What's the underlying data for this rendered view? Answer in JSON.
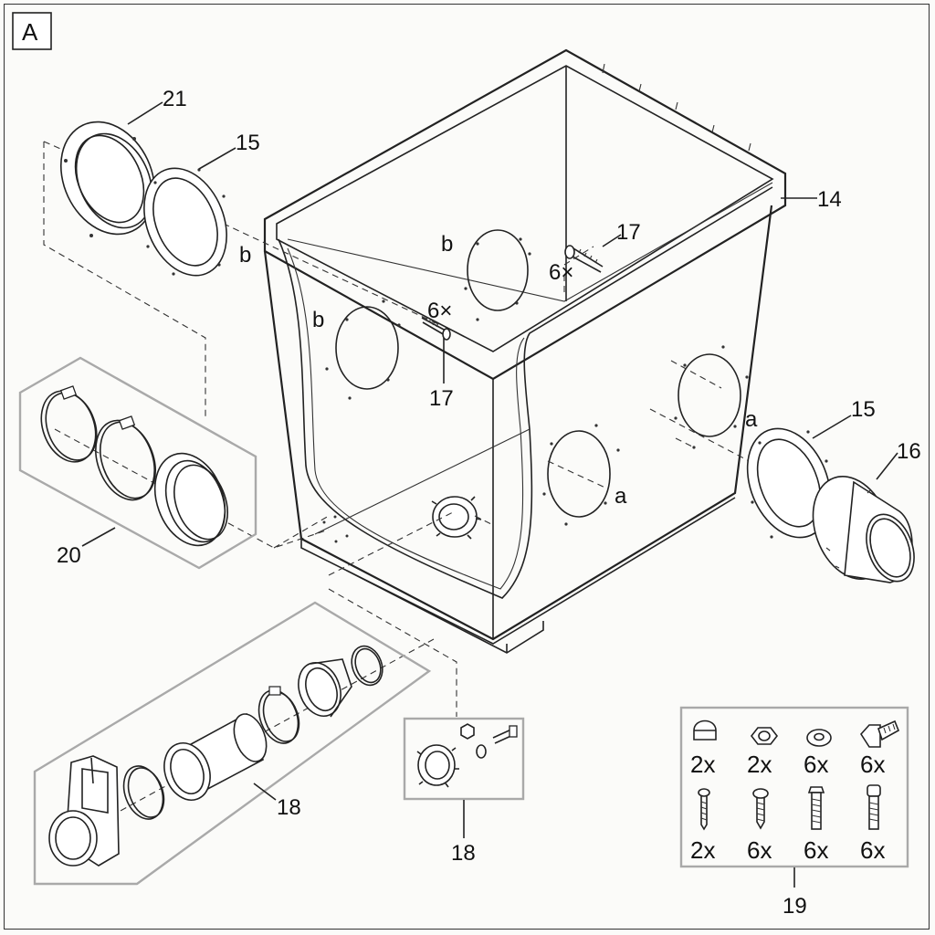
{
  "panel_label": "A",
  "callouts": {
    "c21": "21",
    "c15_top": "15",
    "c14": "14",
    "c17_top": "17",
    "c17_mid": "17",
    "c15_right": "15",
    "c16": "16",
    "c20": "20",
    "c18_left": "18",
    "c18_mid": "18",
    "c19": "19"
  },
  "hole_markers": {
    "b_flange": "b",
    "b_back": "b",
    "b_left": "b",
    "a_right": "a",
    "a_front": "a"
  },
  "quantities": {
    "q6x_top": "6×",
    "q6x_mid": "6×"
  },
  "hardware_kit": {
    "row1": [
      {
        "icon": "acorn-nut-icon",
        "qty": "2x"
      },
      {
        "icon": "hex-nut-icon",
        "qty": "2x"
      },
      {
        "icon": "washer-icon",
        "qty": "6x"
      },
      {
        "icon": "hex-bolt-icon",
        "qty": "6x"
      }
    ],
    "row2": [
      {
        "icon": "pan-head-screw-icon",
        "qty": "2x"
      },
      {
        "icon": "round-head-screw-icon",
        "qty": "6x"
      },
      {
        "icon": "hex-head-screw-icon",
        "qty": "6x"
      },
      {
        "icon": "socket-cap-screw-icon",
        "qty": "6x"
      }
    ]
  }
}
